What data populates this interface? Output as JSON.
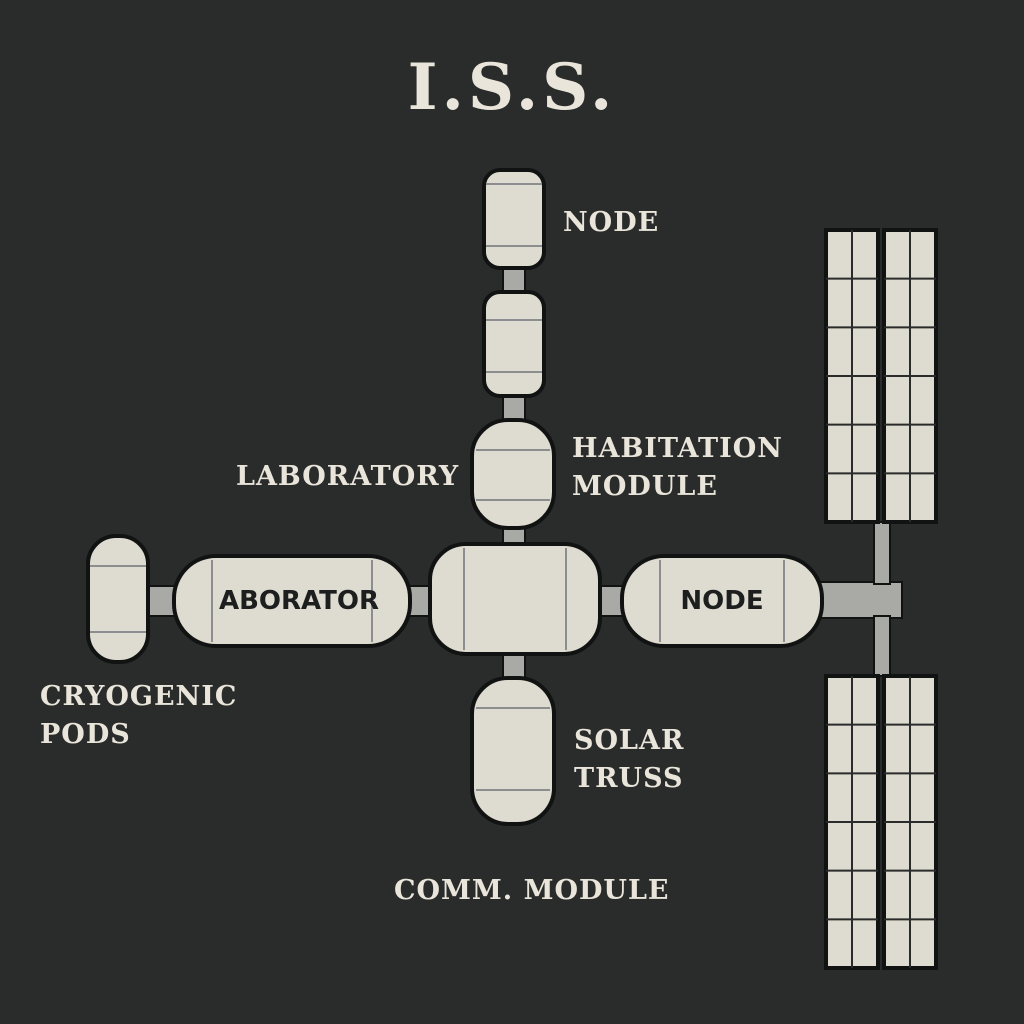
{
  "title": "I.S.S.",
  "labels": {
    "node_top": "NODE",
    "habitation_line1": "HABITATION",
    "habitation_line2": "MODULE",
    "laboratory": "LABORATORY",
    "aborator": "ABORATOR",
    "node_right": "NODE",
    "cryogenic_line1": "CRYOGENIC",
    "cryogenic_line2": "PODS",
    "solar_line1": "SOLAR",
    "solar_line2": "TRUSS",
    "comm": "COMM. MODULE"
  },
  "colors": {
    "background": "#2a2b2b",
    "module_fill": "#dedbd0",
    "module_outline": "#111212",
    "connector": "#a9aaa6",
    "text_light": "#e9e5da",
    "text_dark": "#1d1e1e"
  }
}
